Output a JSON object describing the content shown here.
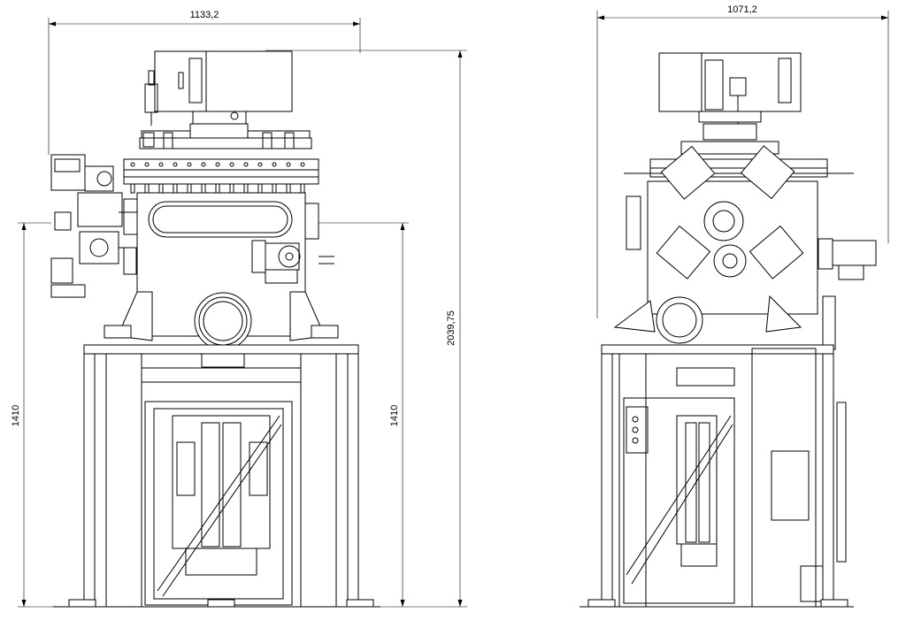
{
  "views": {
    "front": {
      "width_label": "1133,2",
      "height_label": "2039,75",
      "frame_height_label_left": "1410",
      "frame_height_label_right": "1410"
    },
    "side": {
      "width_label": "1071,2"
    }
  }
}
